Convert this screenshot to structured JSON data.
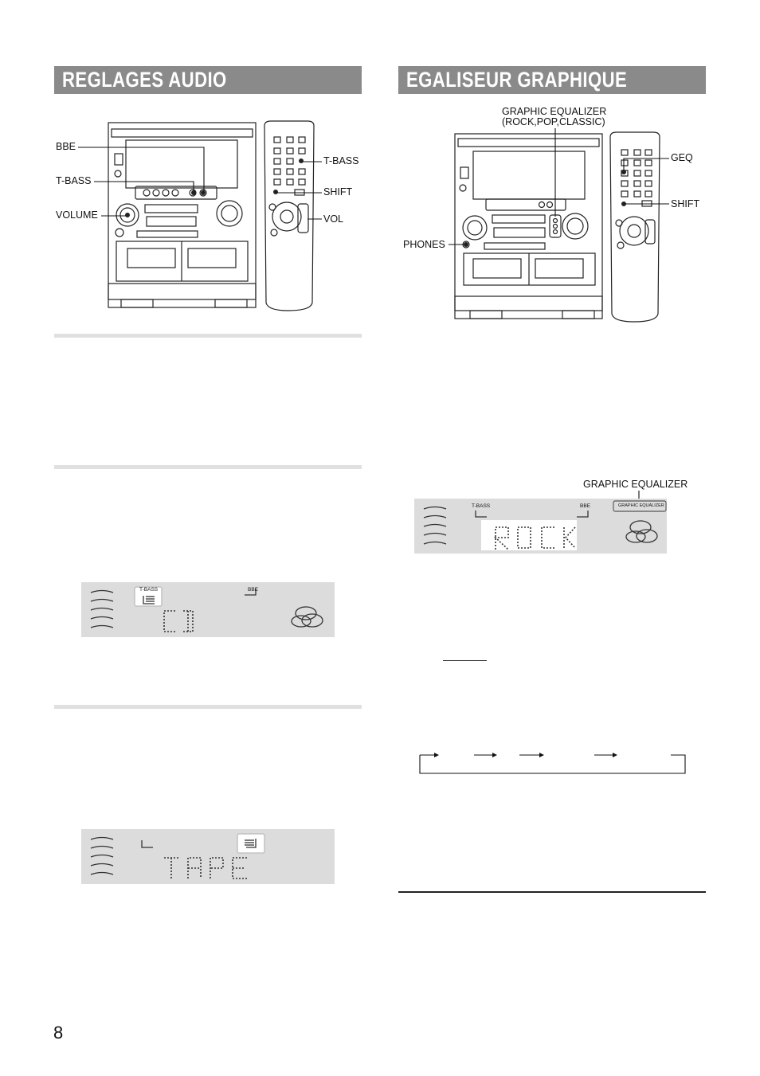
{
  "left_section": {
    "title": "REGLAGES AUDIO"
  },
  "right_section": {
    "title": "EGALISEUR GRAPHIQUE"
  },
  "left_figure_labels": {
    "bbe": "BBE",
    "tbass_left": "T-BASS",
    "volume": "VOLUME",
    "tbass_right": "T-BASS",
    "shift": "SHIFT",
    "vol": "VOL"
  },
  "right_figure_labels": {
    "graphic_equalizer_line1": "GRAPHIC EQUALIZER",
    "graphic_equalizer_line2": "(ROCK,POP,CLASSIC)",
    "geq": "GEQ",
    "shift": "SHIFT",
    "phones": "PHONES"
  },
  "display_cd": {
    "tbass": "T-BASS",
    "bbe": "BBE",
    "text": "CD"
  },
  "display_tape": {
    "text": "TAPE"
  },
  "display_rock": {
    "callout": "GRAPHIC EQUALIZER",
    "tbass": "T-BASS",
    "bbe": "BBE",
    "badge": "GRAPHIC EQUALIZER",
    "text": "ROCK"
  },
  "page_number": "8"
}
